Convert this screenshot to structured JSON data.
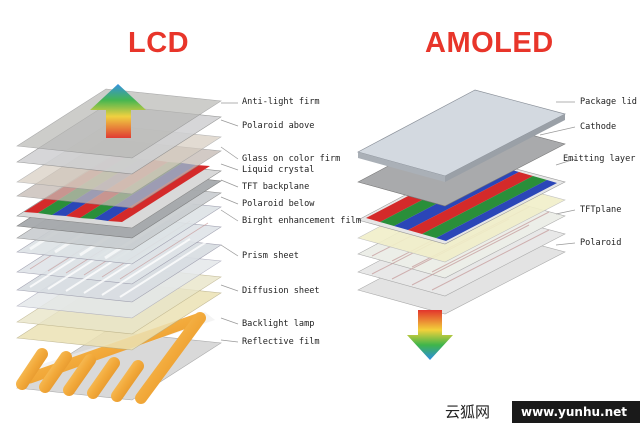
{
  "titles": {
    "lcd": "LCD",
    "amoled": "AMOLED"
  },
  "lcd_labels": [
    "Anti-light firm",
    "Polaroid above",
    "Glass on color firm",
    "Liquid crystal",
    "TFT backplane",
    "Polaroid below",
    "Birght enhancement film",
    "Prism sheet",
    "Diffusion sheet",
    "Backlight lamp",
    "Reflective film"
  ],
  "amoled_labels": [
    "Package lid",
    "Cathode",
    "Emitting layer",
    "TFTplane",
    "Polaroid"
  ],
  "watermark": {
    "site_cn": "云狐网",
    "url": "www.yunhu.net"
  },
  "colors": {
    "title": "#e8352a",
    "filter_red": "#d42a2a",
    "filter_green": "#2a8f3a",
    "filter_blue": "#2b46b8",
    "lamp": "#f2a93a"
  }
}
